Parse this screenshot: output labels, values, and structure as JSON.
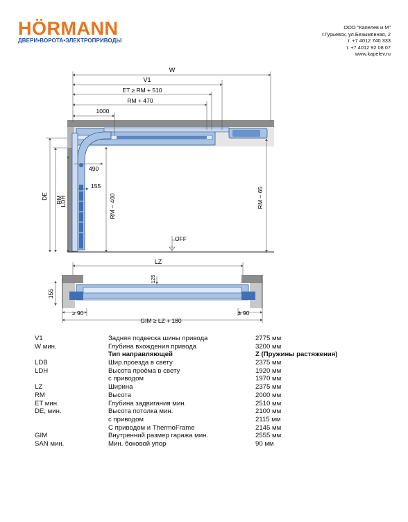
{
  "header": {
    "logo": "HÖRMANN",
    "tagline": "ДВЕРИ•ВОРОТА•ЭЛЕКТРОПРИВОДЫ",
    "contact": [
      "ООО \"Капелев и М\"",
      "г.Гурьевск, ул.Безымянная, 2",
      "т. +7 4012 740 333",
      "т. +7 4012 92 08 07",
      "www.kapelev.ru"
    ]
  },
  "drawing": {
    "labels": {
      "w": "W",
      "v1": "V1",
      "et": "ET ≥ RM + 510",
      "rm470": "RM + 470",
      "d1000": "1000",
      "d490": "490",
      "d155": "155",
      "de": "DE",
      "rm": "RM",
      "ldh": "LDH",
      "rm400": "RM − 400",
      "rm65": "RM − 65",
      "off": "OFF",
      "lz": "LZ",
      "d125": "125",
      "d155b": "155",
      "ge90l": "≥ 90",
      "ge90r": "≥ 90",
      "gim": "GIM ≥ LZ + 180"
    }
  },
  "specs": [
    {
      "code": "V1",
      "desc": "Задняя подвеска шины привода",
      "value": "2775 мм",
      "bold": false
    },
    {
      "code": "W мин.",
      "desc": "Глубина вхождения привода",
      "value": "3200 мм",
      "bold": false
    },
    {
      "code": "",
      "desc": "Тип направляющей",
      "value": "Z (Пружины растяжения)",
      "bold": true
    },
    {
      "code": "LDB",
      "desc": "Шир.проезда в свету",
      "value": "2375 мм",
      "bold": false
    },
    {
      "code": "LDH",
      "desc": "Высота проёма в свету",
      "value": "1920 мм",
      "bold": false
    },
    {
      "code": "",
      "desc": "с приводом",
      "value": "1970 мм",
      "bold": false
    },
    {
      "code": "LZ",
      "desc": "Ширина",
      "value": "2375 мм",
      "bold": false
    },
    {
      "code": "RM",
      "desc": "Высота",
      "value": "2000 мм",
      "bold": false
    },
    {
      "code": "ET мин.",
      "desc": "Глубина задвигания мин.",
      "value": "2510 мм",
      "bold": false
    },
    {
      "code": "DE, мин.",
      "desc": "Высота потолка мин.",
      "value": "2100 мм",
      "bold": false
    },
    {
      "code": "",
      "desc": "с приводом",
      "value": "2115 мм",
      "bold": false
    },
    {
      "code": "",
      "desc": "С приводом и ThermoFrame",
      "value": "2145 мм",
      "bold": false
    },
    {
      "code": "GIM",
      "desc": "Внутренний размер гаража мин.",
      "value": "2555 мм",
      "bold": false
    },
    {
      "code": "SAN мин.",
      "desc": "Мин. боковой упор",
      "value": "90 мм",
      "bold": false
    }
  ]
}
